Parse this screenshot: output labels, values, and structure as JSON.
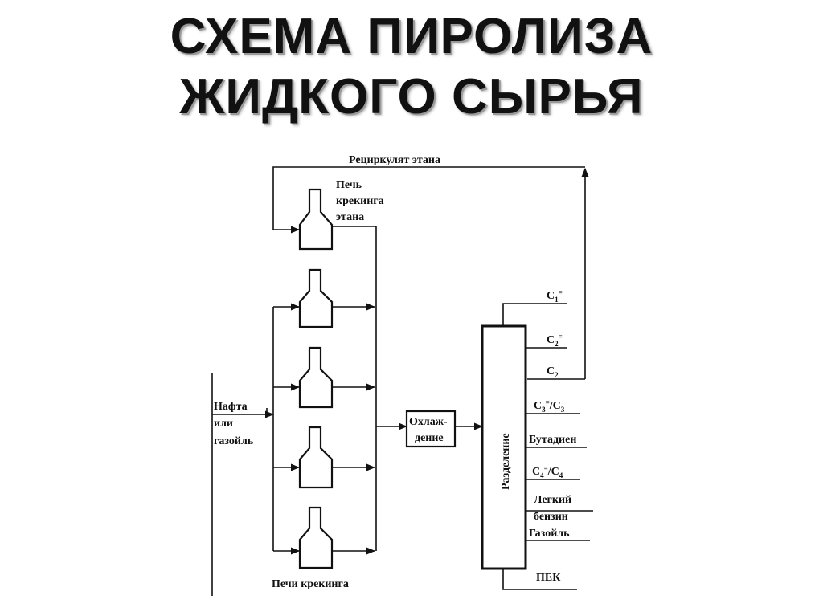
{
  "title": {
    "line1": "СХЕМА ПИРОЛИЗА",
    "line2": "ЖИДКОГО СЫРЬЯ"
  },
  "diagram": {
    "recycle_label": "Рециркулят этана",
    "ethane_furnace_label": [
      "Печь",
      "крекинга",
      "этана"
    ],
    "feed_label": [
      "Нафта",
      "или",
      "газойль"
    ],
    "cooling_label": [
      "Охлаж-",
      "дение"
    ],
    "separation_label": "Разделение",
    "furnaces_label": "Печи крекинга",
    "products": {
      "c1": {
        "base": "C",
        "sub": "1",
        "sup": "="
      },
      "c2": {
        "base": "C",
        "sub": "2",
        "sup": "="
      },
      "c2b": {
        "base": "C",
        "sub": "2",
        "sup": ""
      },
      "c3": {
        "base": "C",
        "sub": "3",
        "sup": "=",
        "sep": "/C",
        "sub2": "3"
      },
      "butadiene": "Бутадиен",
      "c4": {
        "base": "C",
        "sub": "4",
        "sup": "=",
        "sep": "/C",
        "sub2": "4"
      },
      "light_gasoline": [
        "Легкий",
        "бензин"
      ],
      "gasoil": "Газойль",
      "pek": "ПЕК"
    }
  }
}
